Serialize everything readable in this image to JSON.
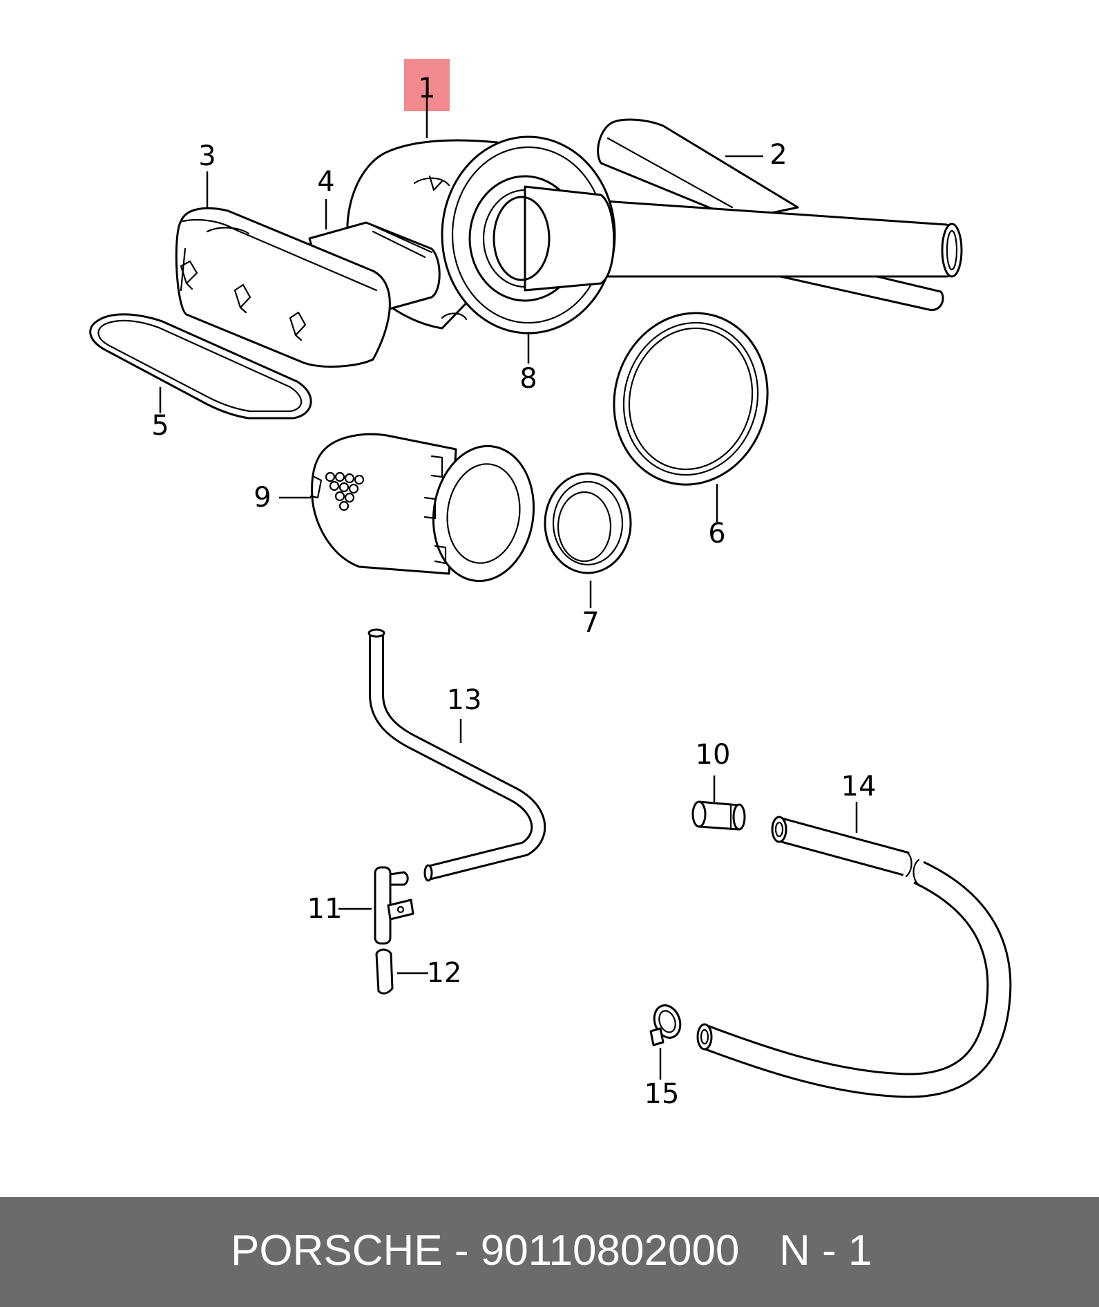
{
  "diagram": {
    "highlight_color": "#f08a8f",
    "parts": [
      {
        "number": "1",
        "highlighted": true
      },
      {
        "number": "2",
        "highlighted": false
      },
      {
        "number": "3",
        "highlighted": false
      },
      {
        "number": "4",
        "highlighted": false
      },
      {
        "number": "5",
        "highlighted": false
      },
      {
        "number": "6",
        "highlighted": false
      },
      {
        "number": "7",
        "highlighted": false
      },
      {
        "number": "8",
        "highlighted": false
      },
      {
        "number": "9",
        "highlighted": false
      },
      {
        "number": "10",
        "highlighted": false
      },
      {
        "number": "11",
        "highlighted": false
      },
      {
        "number": "12",
        "highlighted": false
      },
      {
        "number": "13",
        "highlighted": false
      },
      {
        "number": "14",
        "highlighted": false
      },
      {
        "number": "15",
        "highlighted": false
      }
    ]
  },
  "footer": {
    "title": "PORSCHE - 90110802000",
    "page": "N - 1",
    "background_color": "#6b6b6b",
    "text_color": "#ffffff"
  }
}
